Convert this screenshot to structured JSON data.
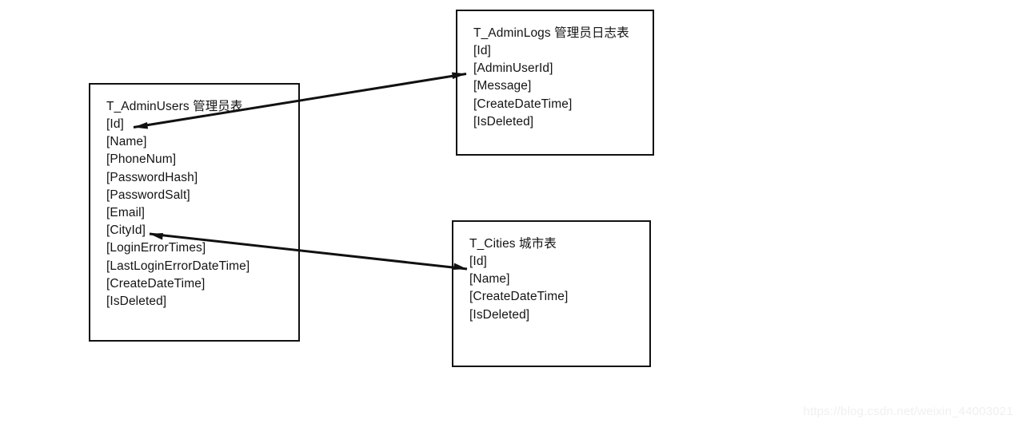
{
  "diagram": {
    "type": "entity-relationship-diagram",
    "background_color": "#ffffff",
    "line_color": "#111111",
    "text_color": "#141414",
    "entities": [
      {
        "id": "adminusers",
        "title": "T_AdminUsers 管理员表",
        "table_name": "T_AdminUsers",
        "table_label_cn": "管理员表",
        "fields": [
          "[Id]",
          "[Name]",
          "[PhoneNum]",
          "[PasswordHash]",
          "[PasswordSalt]",
          "[Email]",
          "[CityId]",
          "[LoginErrorTimes]",
          "[LastLoginErrorDateTime]",
          "[CreateDateTime]",
          "[IsDeleted]"
        ]
      },
      {
        "id": "adminlogs",
        "title": "T_AdminLogs 管理员日志表",
        "table_name": "T_AdminLogs",
        "table_label_cn": "管理员日志表",
        "fields": [
          "[Id]",
          "[AdminUserId]",
          "[Message]",
          "[CreateDateTime]",
          "[IsDeleted]"
        ]
      },
      {
        "id": "cities",
        "title": "T_Cities 城市表",
        "table_name": "T_Cities",
        "table_label_cn": "城市表",
        "fields": [
          "[Id]",
          "[Name]",
          "[CreateDateTime]",
          "[IsDeleted]"
        ]
      }
    ],
    "relationships": [
      {
        "id": "rel-id-adminuserid",
        "from_entity": "adminusers",
        "from_field": "[Id]",
        "to_entity": "adminlogs",
        "to_field": "[AdminUserId]",
        "arrow_style": "double-headed"
      },
      {
        "id": "rel-cityid-id",
        "from_entity": "adminusers",
        "from_field": "[CityId]",
        "to_entity": "cities",
        "to_field": "[Id]",
        "arrow_style": "double-headed"
      }
    ]
  },
  "watermark": {
    "text": "https://blog.csdn.net/weixin_44003021"
  }
}
